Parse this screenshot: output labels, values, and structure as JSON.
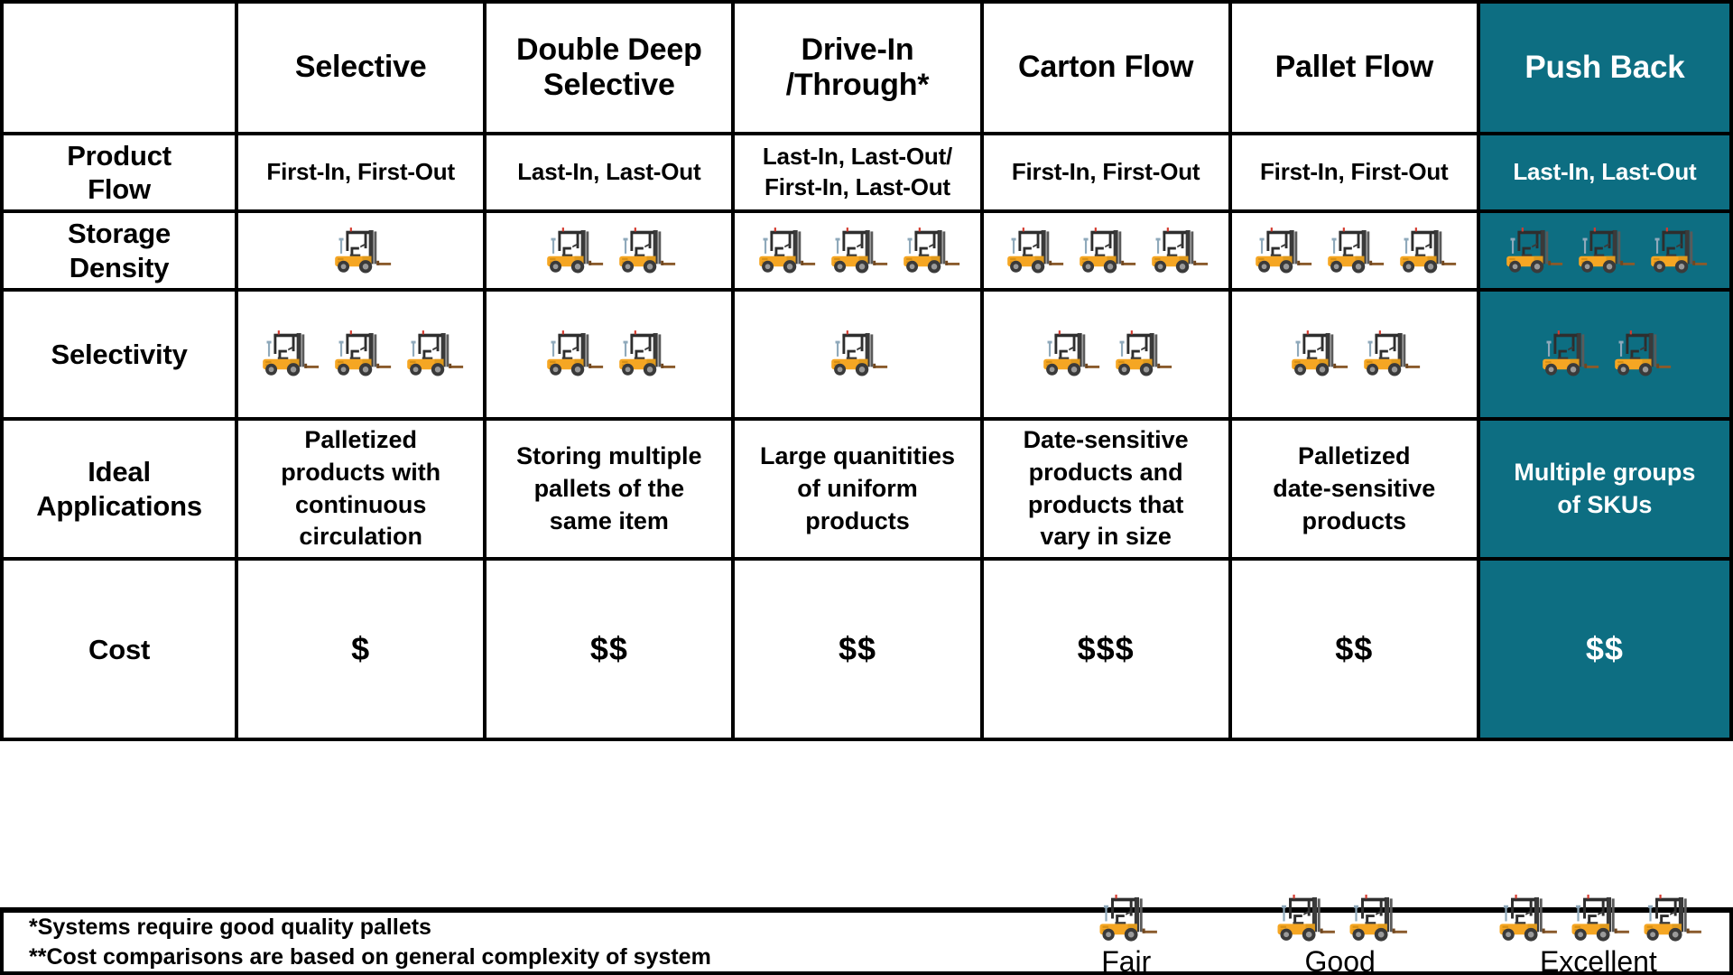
{
  "table": {
    "columns": [
      {
        "key": "label",
        "label": "",
        "highlight": false
      },
      {
        "key": "selective",
        "label": "Selective",
        "highlight": false
      },
      {
        "key": "doubledeep",
        "label": "Double Deep\nSelective",
        "highlight": false
      },
      {
        "key": "drivein",
        "label": "Drive-In\n/Through*",
        "highlight": false
      },
      {
        "key": "carton",
        "label": "Carton Flow",
        "highlight": false
      },
      {
        "key": "pallet",
        "label": "Pallet Flow",
        "highlight": false
      },
      {
        "key": "pushback",
        "label": "Push Back",
        "highlight": true
      }
    ],
    "rows": [
      {
        "key": "product-flow",
        "label": "Product\nFlow",
        "type": "text",
        "cells": [
          "First-In, First-Out",
          "Last-In, Last-Out",
          "Last-In, Last-Out/\nFirst-In, Last-Out",
          "First-In, First-Out",
          "First-In, First-Out",
          "Last-In, Last-Out"
        ]
      },
      {
        "key": "storage-density",
        "label": "Storage\nDensity",
        "type": "rating",
        "cells": [
          1,
          2,
          3,
          3,
          3,
          3
        ]
      },
      {
        "key": "selectivity",
        "label": "Selectivity",
        "type": "rating",
        "cells": [
          3,
          2,
          1,
          2,
          2,
          2
        ]
      },
      {
        "key": "ideal-applications",
        "label": "Ideal\nApplications",
        "type": "apps",
        "cells": [
          "Palletized\nproducts with\ncontinuous\ncirculation",
          "Storing multiple\npallets of the\nsame item",
          "Large quanitities\nof uniform\nproducts",
          "Date-sensitive\nproducts and\nproducts that\nvary in size",
          "Palletized\ndate-sensitive\nproducts",
          "Multiple groups\nof SKUs"
        ]
      },
      {
        "key": "cost",
        "label": "Cost",
        "type": "cost",
        "cells": [
          "$",
          "$$",
          "$$",
          "$$$",
          "$$",
          "$$"
        ]
      }
    ]
  },
  "footer": {
    "notes": "*Systems require good quality pallets\n**Cost comparisons are based on general complexity of system",
    "legend": [
      {
        "label": "Fair",
        "count": 1
      },
      {
        "label": "Good",
        "count": 2
      },
      {
        "label": "Excellent",
        "count": 3
      }
    ]
  },
  "icons": {
    "rating_icon": "forklift-icon",
    "legend_icon": "forklift-icon"
  },
  "colors": {
    "highlight_bg": "#0d6e82",
    "highlight_text": "#ffffff",
    "border": "#000000",
    "text": "#000000",
    "background": "#ffffff",
    "forklift_body": "#f5a623",
    "forklift_dark": "#3a3a3a",
    "forklift_fork": "#8a5a2b"
  }
}
